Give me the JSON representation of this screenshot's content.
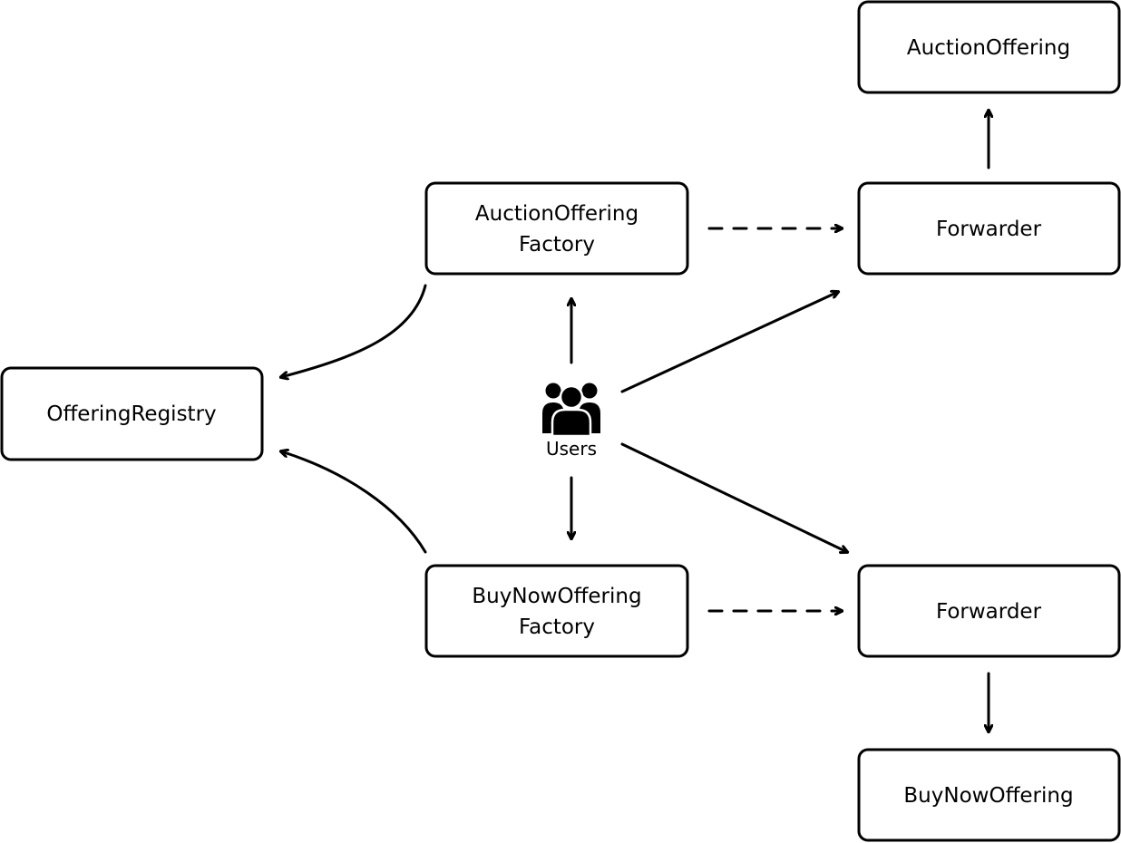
{
  "nodes": {
    "auction_offering": {
      "lines": [
        "AuctionOffering"
      ]
    },
    "auction_factory": {
      "lines": [
        "AuctionOffering",
        "Factory"
      ]
    },
    "forwarder_top": {
      "lines": [
        "Forwarder"
      ]
    },
    "offering_registry": {
      "lines": [
        "OfferingRegistry"
      ]
    },
    "users": {
      "label": "Users",
      "icon": "users-icon"
    },
    "buynow_factory": {
      "lines": [
        "BuyNowOffering",
        "Factory"
      ]
    },
    "forwarder_bottom": {
      "lines": [
        "Forwarder"
      ]
    },
    "buynow_offering": {
      "lines": [
        "BuyNowOffering"
      ]
    }
  },
  "edges": [
    {
      "from": "forwarder_top",
      "to": "auction_offering",
      "style": "solid"
    },
    {
      "from": "auction_factory",
      "to": "forwarder_top",
      "style": "dashed"
    },
    {
      "from": "auction_factory",
      "to": "offering_registry",
      "style": "solid"
    },
    {
      "from": "users",
      "to": "auction_factory",
      "style": "solid"
    },
    {
      "from": "users",
      "to": "forwarder_top",
      "style": "solid"
    },
    {
      "from": "users",
      "to": "buynow_factory",
      "style": "solid"
    },
    {
      "from": "users",
      "to": "forwarder_bottom",
      "style": "solid"
    },
    {
      "from": "buynow_factory",
      "to": "offering_registry",
      "style": "solid"
    },
    {
      "from": "buynow_factory",
      "to": "forwarder_bottom",
      "style": "dashed"
    },
    {
      "from": "forwarder_bottom",
      "to": "buynow_offering",
      "style": "solid"
    }
  ]
}
